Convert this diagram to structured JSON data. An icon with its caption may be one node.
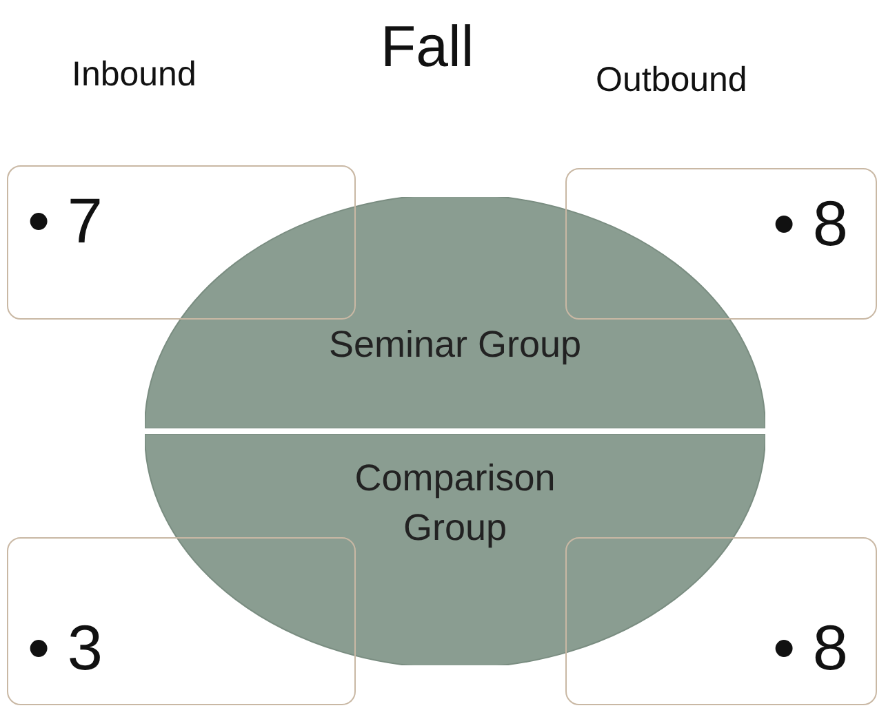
{
  "diagram": {
    "title": "Fall",
    "nodes": [
      {
        "text": [
          "• 7"
        ]
      },
      {
        "text": [
          "• 8"
        ]
      },
      {
        "text": [
          "Seminar Group"
        ]
      },
      {
        "text": [
          "Comparison Group"
        ]
      },
      {
        "text": [
          "• 3"
        ]
      },
      {
        "text": [
          "• 8"
        ]
      }
    ],
    "labels": [
      "Inbound",
      "Outbound"
    ]
  }
}
